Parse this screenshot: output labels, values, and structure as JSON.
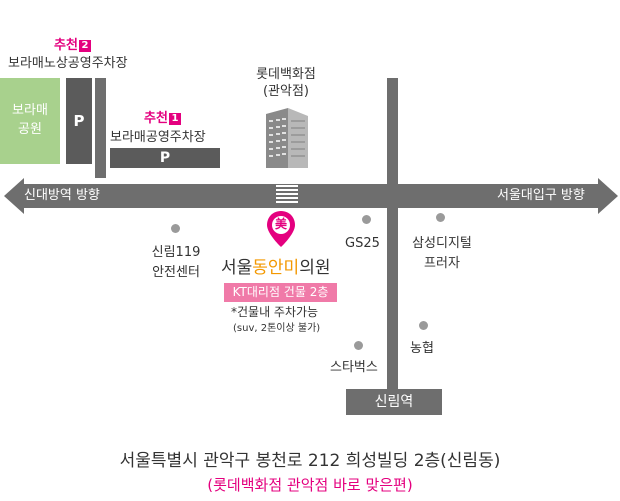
{
  "park_top": {
    "recommend_label": "추천",
    "recommend_num": "2",
    "name": "보라매노상공영주차장",
    "sign": "P"
  },
  "park_mid": {
    "recommend_label": "추천",
    "recommend_num": "1",
    "name": "보라매공영주차장",
    "sign": "P"
  },
  "park_green": {
    "line1": "보라매",
    "line2": "공원"
  },
  "lotte": {
    "line1": "롯데백화점",
    "line2": "(관악점)"
  },
  "road": {
    "left": "신대방역 방향",
    "right": "서울대입구 방향"
  },
  "places": {
    "sillim119_line1": "신림119",
    "sillim119_line2": "안전센터",
    "gs25": "GS25",
    "samsung_line1": "삼성디지털",
    "samsung_line2": "프러자",
    "nonghyup": "농협",
    "starbucks": "스타벅스",
    "station": "신림역"
  },
  "clinic": {
    "logo_char": "美",
    "name_part1": "서울",
    "name_part2": "동안미",
    "name_part3": "의원",
    "building": "KT대리점 건물 2층",
    "parking_note1": "*건물내 주차가능",
    "parking_note2": "(suv, 2톤이상 불가)"
  },
  "address": {
    "line1": "서울특별시 관악구 봉천로 212 희성빌딩 2층(신림동)",
    "line2": "(롯데백화점 관악점 바로 맞은편)"
  },
  "colors": {
    "road": "#6e6e6e",
    "park_green": "#a8d18d",
    "accent_pink": "#e4007f",
    "orange": "#f39800",
    "pink_box": "#f07aa8"
  }
}
